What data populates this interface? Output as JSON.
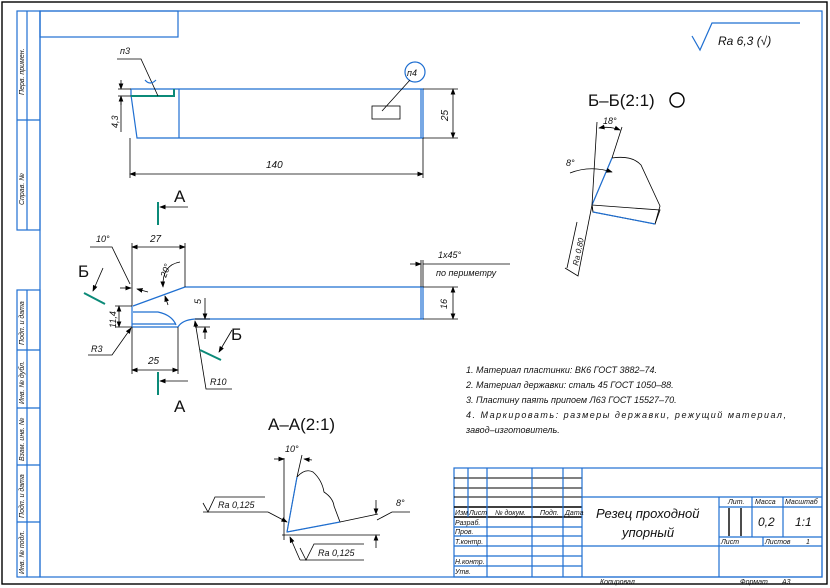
{
  "side_labels": [
    "Перв. примен.",
    "Справ. №",
    "Подп. и дата",
    "Инв. № дубл.",
    "Взам. инв. №",
    "Подп. и дата",
    "Инв. № подл."
  ],
  "roughness_general": "Ra 6,3 (√)",
  "top_view": {
    "leader_n3": "п3",
    "leader_n4": "п4",
    "dim_length": "140",
    "dim_height": "25",
    "dim_plate": "4,3"
  },
  "front_view": {
    "dim_head_width": "27",
    "dim_head_bottom": "25",
    "dim_angle_10": "10°",
    "dim_angle_20": "20°",
    "dim_11_4": "11,4",
    "dim_5": "5",
    "dim_16": "16",
    "dim_r3": "R3",
    "dim_r10": "R10",
    "chamfer": "1x45°",
    "chamfer_note": "по периметру",
    "section_a": "А",
    "section_b": "Б"
  },
  "section_bb": {
    "title": "Б–Б(2:1)",
    "angle_18": "18°",
    "angle_8": "8°",
    "roughness": "Ra 0,80"
  },
  "section_aa": {
    "title": "А–А(2:1)",
    "angle_10": "10°",
    "angle_8": "8°",
    "roughness_1": "Ra 0,125",
    "roughness_2": "Ra 0,125"
  },
  "notes": [
    "1. Материал пластинки: ВК6 ГОСТ 3882–74.",
    "2. Материал державки: сталь 45 ГОСТ 1050–88.",
    "3. Пластину паять припоем Л63 ГОСТ 15527–70.",
    "4.   Маркировать:   размеры   державки,   режущий   материал,",
    "завод–изготовитель."
  ],
  "title_block": {
    "col_headers": [
      "Изм",
      "Лист",
      "№ докум.",
      "Подп.",
      "Дата"
    ],
    "roles": [
      "Разраб.",
      "Пров.",
      "Т.контр.",
      "",
      "Н.контр.",
      "Утв."
    ],
    "title_line1": "Резец проходной",
    "title_line2": "упорный",
    "lit_label": "Лит.",
    "mass_label": "Масса",
    "scale_label": "Масштаб",
    "mass": "0,2",
    "scale": "1:1",
    "sheet_label": "Лист",
    "sheets_label": "Листов",
    "sheets": "1",
    "copied": "Копировал",
    "format_label": "Формат",
    "format": "A3"
  },
  "colors": {
    "frame": "#1f6fd1",
    "section_line": "#0b8a78",
    "dims": "#000000"
  }
}
